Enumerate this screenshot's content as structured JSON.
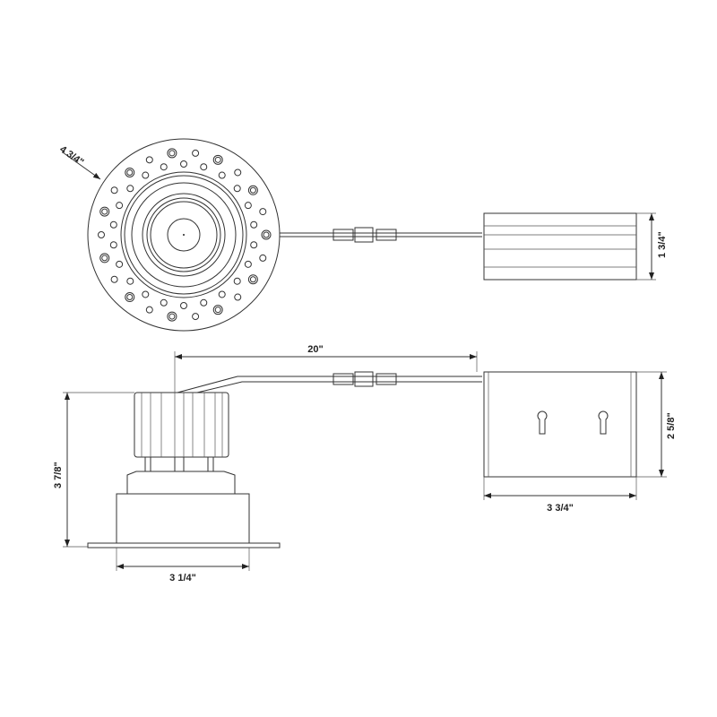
{
  "dimensions": {
    "trim_diameter": "4 3/4\"",
    "driver_height": "1 3/4\"",
    "cable_length": "20\"",
    "driver_depth": "2 5/8\"",
    "fixture_height": "3 7/8\"",
    "driver_width": "3 3/4\"",
    "housing_width": "3 1/4\""
  }
}
